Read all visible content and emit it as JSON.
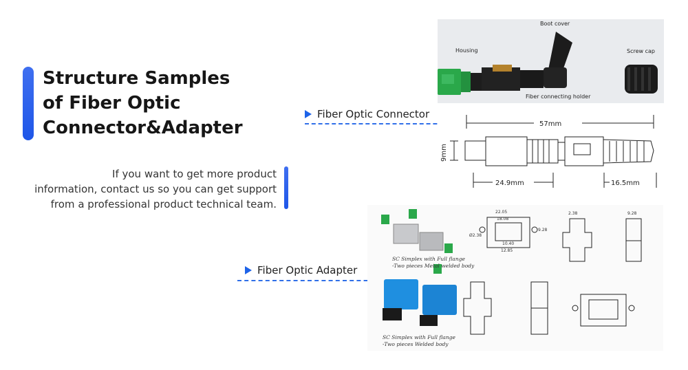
{
  "heading": {
    "line1": "Structure Samples",
    "line2": "of Fiber Optic",
    "line3": "Connector&Adapter"
  },
  "description": {
    "line1": "If you want to get more product",
    "line2": "information,  contact us so you can get support",
    "line3": "from a  professional product technical team."
  },
  "connector": {
    "callout": "Fiber Optic Connector",
    "labels": {
      "boot_cover": "Boot cover",
      "housing": "Housing",
      "screw_cap": "Screw cap",
      "holder": "Fiber connecting holder"
    },
    "dimensions": {
      "length": "57mm",
      "height": "9mm",
      "left": "24.9mm",
      "right": "16.5mm"
    }
  },
  "adapter": {
    "callout": "Fiber Optic Adapter",
    "caption1": {
      "line1": "SC Simplex with Full flange",
      "line2": "-Two pieces Metal  welded body"
    },
    "caption2": {
      "line1": "SC Simplex with Full flange",
      "line2": "-Two pieces Welded body"
    },
    "dims": {
      "w_outer": "22.05",
      "w_inner": "18.08",
      "slot": "10.40",
      "base": "12.85",
      "height": "9.28",
      "hole": "Ø2.38",
      "side_top": "2.38",
      "side_w": "9.28"
    }
  },
  "colors": {
    "accent": "#1e56e8",
    "green": "#2aa84a",
    "blue": "#1f8fe0"
  }
}
